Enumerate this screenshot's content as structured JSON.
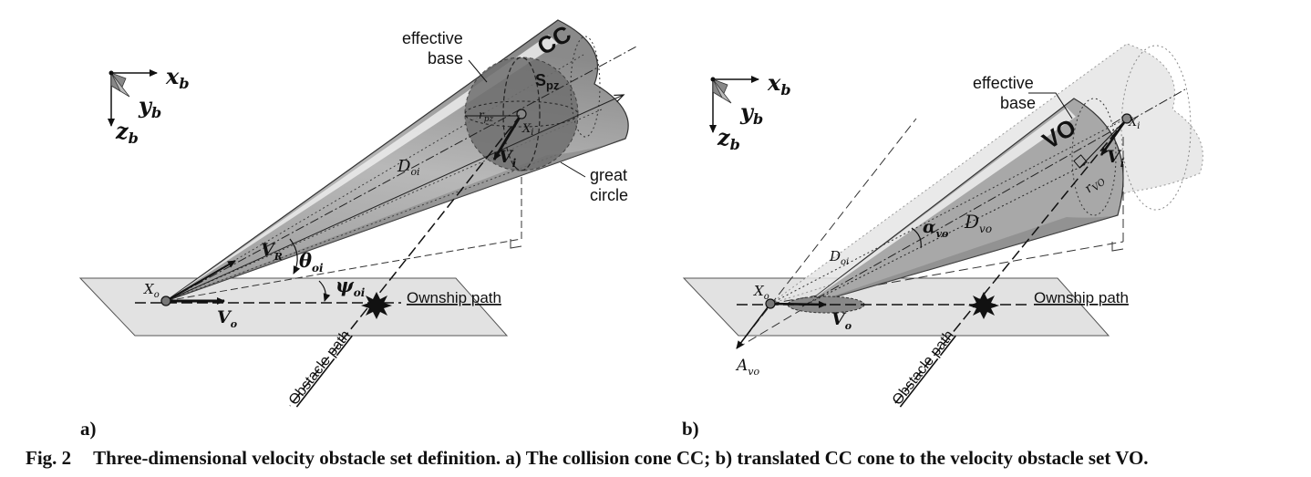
{
  "caption": {
    "figure_label": "Fig. 2",
    "text": "Three-dimensional velocity obstacle set definition. a) The collision cone CC; b) translated CC cone to the velocity obstacle set VO."
  },
  "panel_a": {
    "sublabel": "a)",
    "axes": {
      "x": "x",
      "x_sub": "b",
      "y": "y",
      "y_sub": "b",
      "z": "z",
      "z_sub": "b"
    },
    "cone_label": "CC",
    "effective_base": [
      "effective",
      "base"
    ],
    "great_circle": [
      "great",
      "circle"
    ],
    "spz": "S",
    "spz_sub": "pz",
    "rpz": "r",
    "rpz_sub": "pz",
    "xi": "X",
    "xi_sub": "i",
    "vi": "V",
    "vi_sub": "i",
    "doi": "D",
    "doi_sub": "oi",
    "vr": "V",
    "vr_sub": "R",
    "theta": "θ",
    "theta_sub": "oi",
    "psi": "ψ",
    "psi_sub": "oi",
    "xo": "X",
    "xo_sub": "o",
    "vo": "V",
    "vo_sub": "o",
    "ownship_path": "Ownship path",
    "obstacle_path": "Obstacle path"
  },
  "panel_b": {
    "sublabel": "b)",
    "axes": {
      "x": "x",
      "x_sub": "b",
      "y": "y",
      "y_sub": "b",
      "z": "z",
      "z_sub": "b"
    },
    "cone_label": "VO",
    "effective_base": [
      "effective",
      "base"
    ],
    "xi": "X",
    "xi_sub": "i",
    "vi": "V",
    "vi_sub": "i",
    "rvo": "r",
    "rvo_sub": "VO",
    "alpha": "α",
    "alpha_sub": "vo",
    "dvo": "D",
    "dvo_sub": "vo",
    "doi": "D",
    "doi_sub": "oi",
    "xo": "X",
    "xo_sub": "o",
    "vo": "V",
    "vo_sub": "o",
    "avo": "A",
    "avo_sub": "vo",
    "ownship_path": "Ownship path",
    "obstacle_path": "Obstacle path"
  }
}
